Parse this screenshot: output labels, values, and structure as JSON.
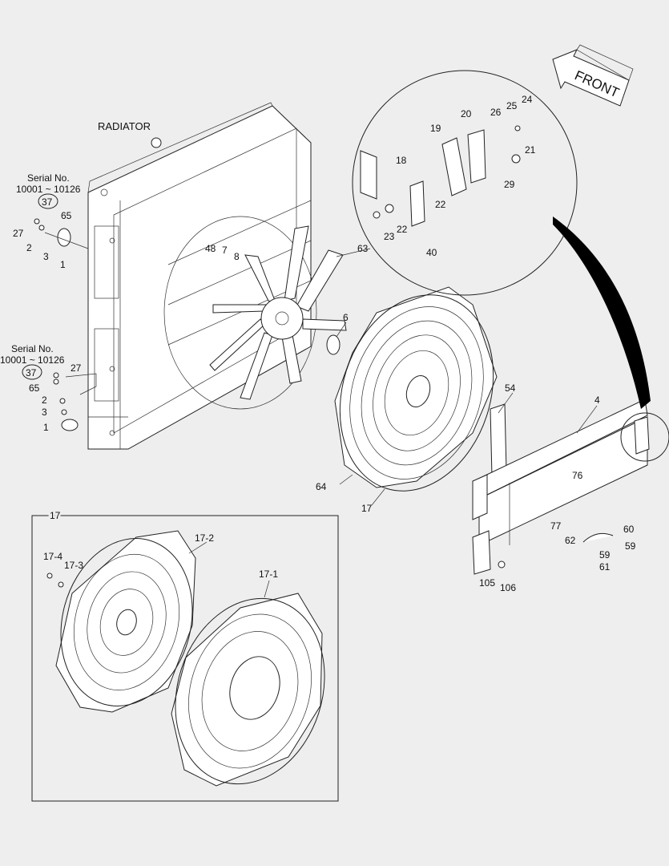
{
  "diagram": {
    "front_label": "FRONT",
    "radiator_label": "RADIATOR",
    "serial_top": {
      "label": "Serial No.",
      "range": "10001 ~ 10126",
      "circled": "37"
    },
    "serial_bottom": {
      "label": "Serial No.",
      "range": "10001 ~ 10126",
      "circled": "37"
    },
    "callouts": {
      "p1a": "1",
      "p2a": "2",
      "p3a": "3",
      "p27a": "27",
      "p65a": "65",
      "p1b": "1",
      "p2b": "2",
      "p3b": "3",
      "p27b": "27",
      "p65b": "65",
      "p48": "48",
      "p7": "7",
      "p8": "8",
      "p63": "63",
      "p6": "6",
      "p64": "64",
      "p17": "17",
      "p54": "54",
      "p4": "4",
      "p76": "76",
      "p77": "77",
      "p62": "62",
      "p60": "60",
      "p59a": "59",
      "p59b": "59",
      "p61": "61",
      "p105": "105",
      "p106": "106",
      "p18": "18",
      "p19": "19",
      "p20": "20",
      "p21": "21",
      "p22a": "22",
      "p22b": "22",
      "p23": "23",
      "p24": "24",
      "p25": "25",
      "p26": "26",
      "p29": "29",
      "p40": "40"
    },
    "detail_box": {
      "title": "17",
      "sub_a": "17-2",
      "sub_b": "17-1",
      "sub_c": "17-4",
      "sub_d": "17-3"
    }
  }
}
